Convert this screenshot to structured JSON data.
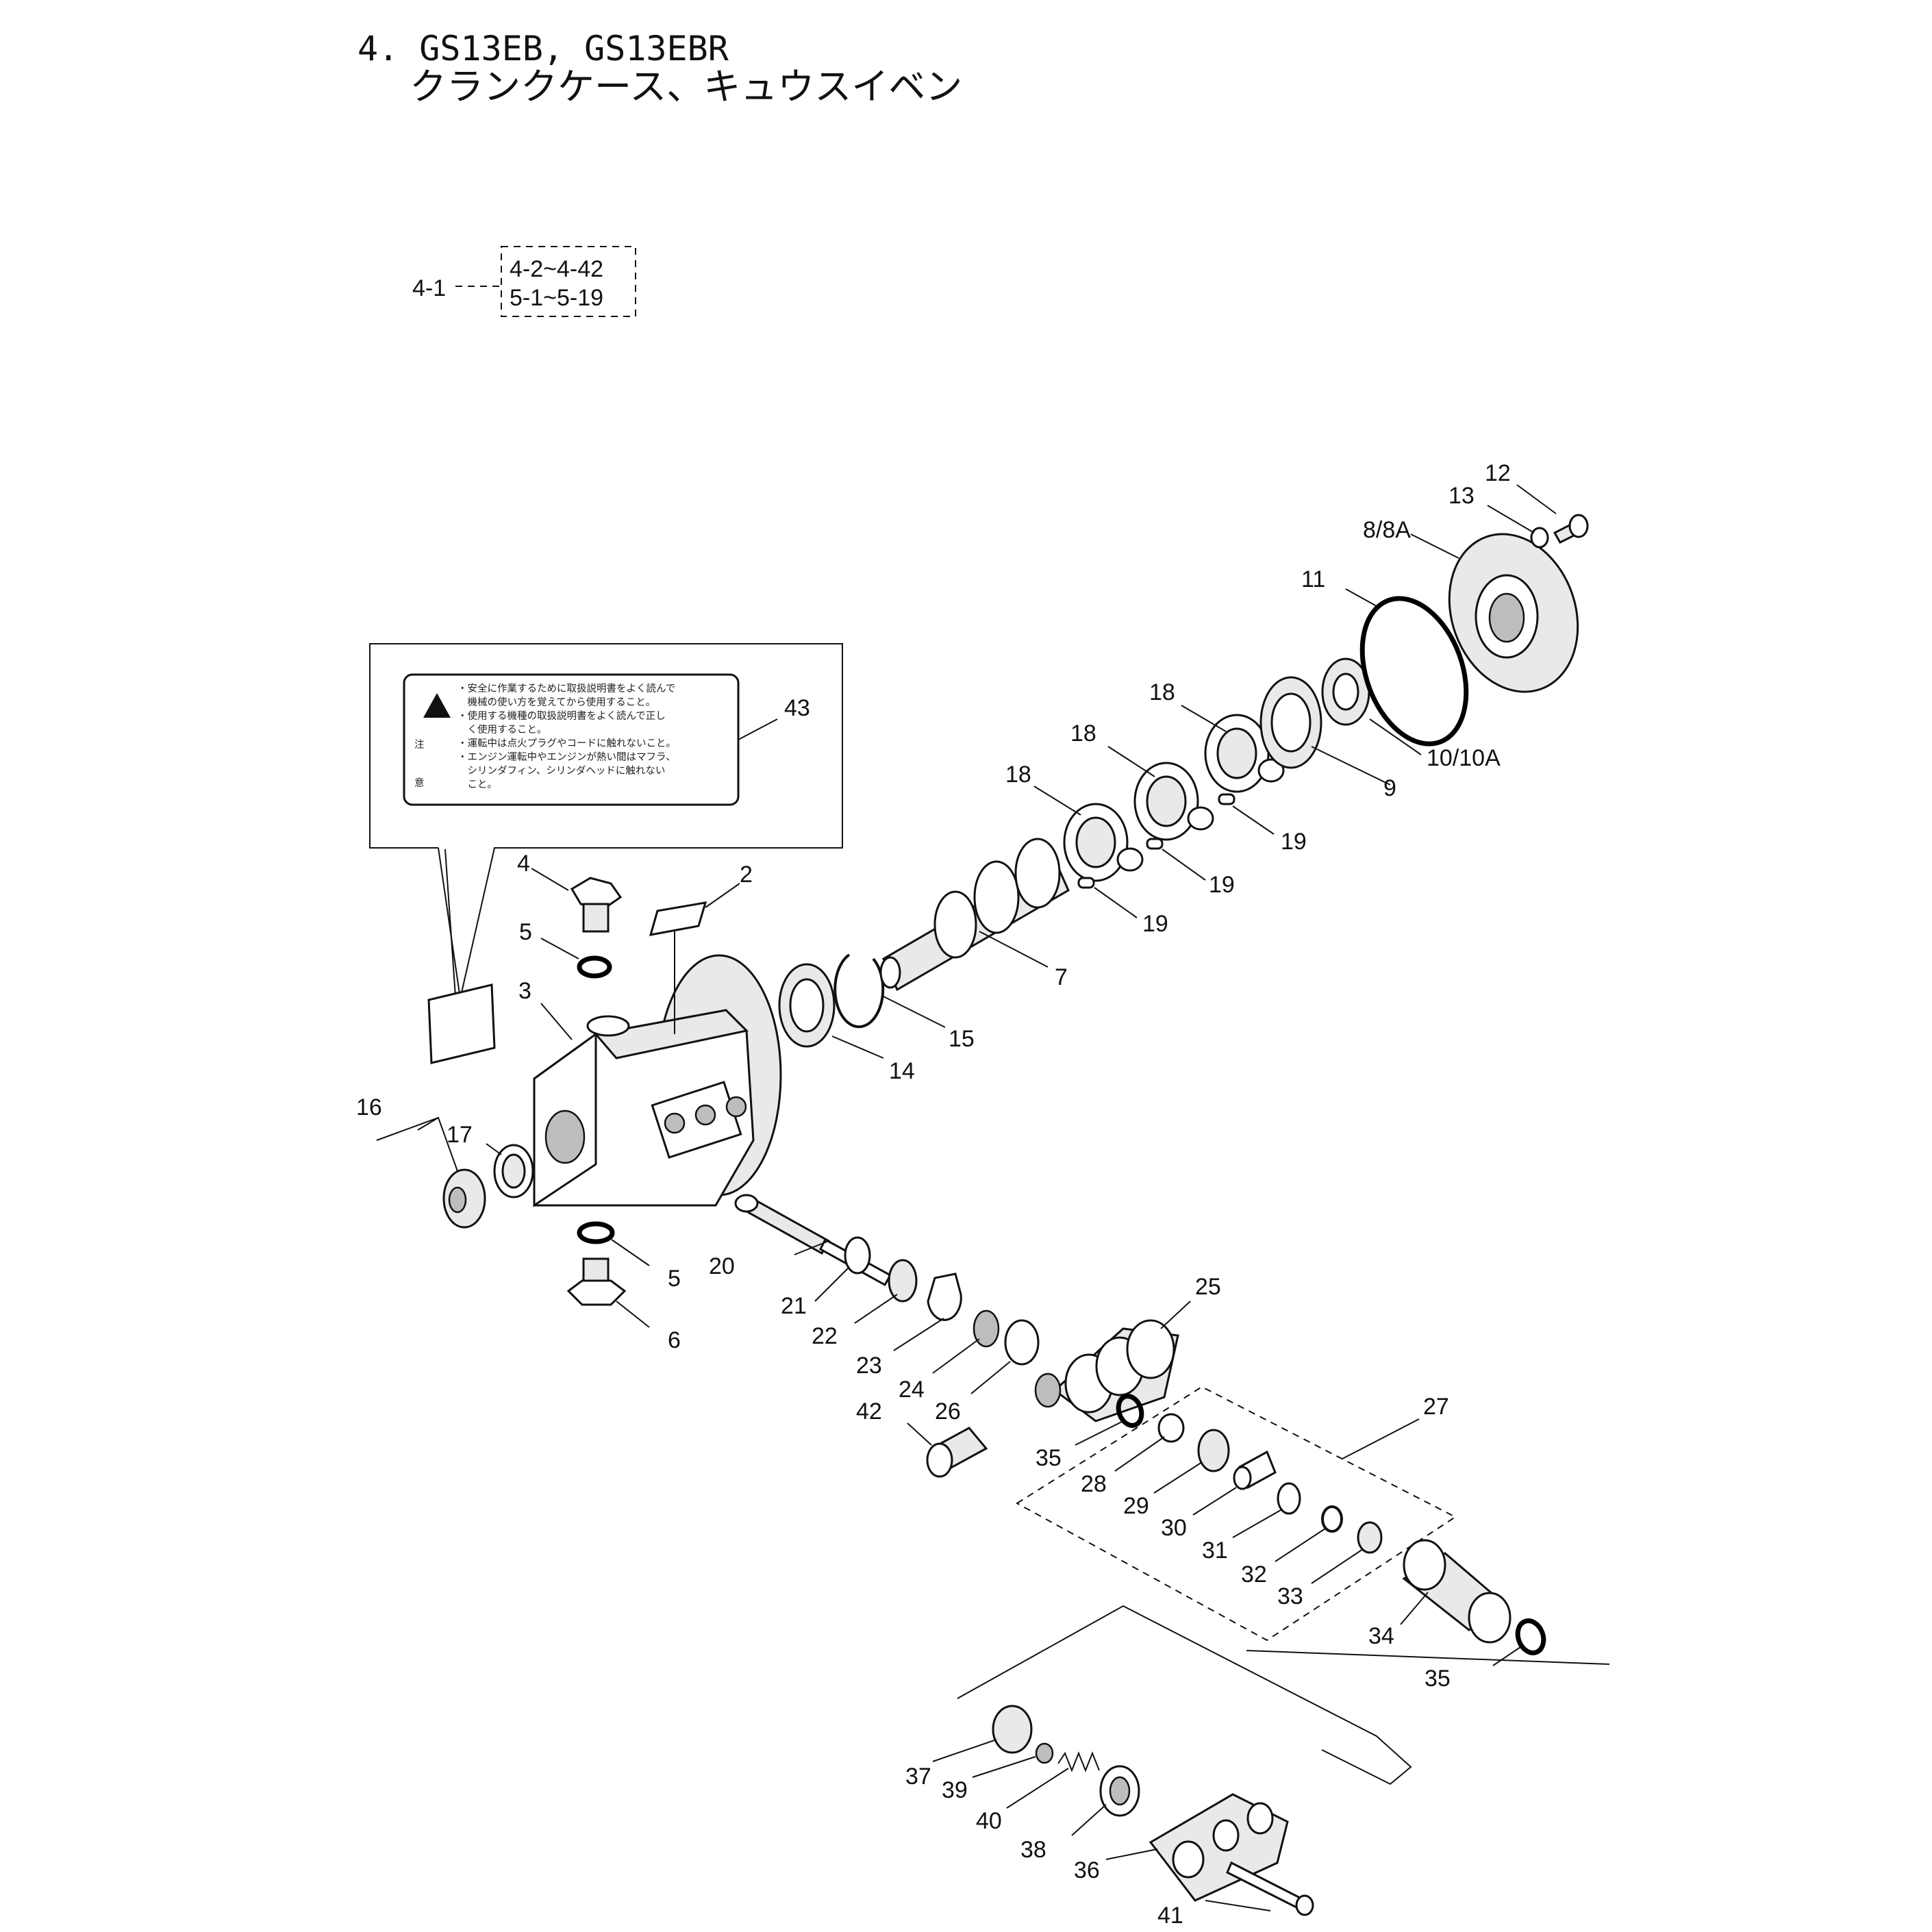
{
  "title": {
    "line1": "4. GS13EB, GS13EBR",
    "line2": "クランクケース、キュウスイベン"
  },
  "assembly_ref": {
    "parent": "4-1",
    "range1": "4-2~4-42",
    "range2": "5-1~5-19"
  },
  "warning_label": {
    "heading": "注 意",
    "lines": [
      "・安全に作業するために取扱説明書をよく読んで",
      "　機械の使い方を覚えてから使用すること。",
      "・使用する機種の取扱説明書をよく読んで正し",
      "　く使用すること。",
      "・運転中は点火プラグやコードに触れないこと。",
      "・エンジン運転中やエンジンが熱い間はマフラ、",
      "　シリンダフィン、シリンダヘッドに触れない",
      "　こと。"
    ]
  },
  "callouts": [
    {
      "id": "c12",
      "text": "12"
    },
    {
      "id": "c13",
      "text": "13"
    },
    {
      "id": "c8",
      "text": "8/8A"
    },
    {
      "id": "c11",
      "text": "11"
    },
    {
      "id": "c10",
      "text": "10/10A"
    },
    {
      "id": "c9",
      "text": "9"
    },
    {
      "id": "c18a",
      "text": "18"
    },
    {
      "id": "c18b",
      "text": "18"
    },
    {
      "id": "c18c",
      "text": "18"
    },
    {
      "id": "c19a",
      "text": "19"
    },
    {
      "id": "c19b",
      "text": "19"
    },
    {
      "id": "c19c",
      "text": "19"
    },
    {
      "id": "c43",
      "text": "43"
    },
    {
      "id": "c7",
      "text": "7"
    },
    {
      "id": "c4",
      "text": "4"
    },
    {
      "id": "c2",
      "text": "2"
    },
    {
      "id": "c5a",
      "text": "5"
    },
    {
      "id": "c3",
      "text": "3"
    },
    {
      "id": "c15",
      "text": "15"
    },
    {
      "id": "c14",
      "text": "14"
    },
    {
      "id": "c16",
      "text": "16"
    },
    {
      "id": "c17",
      "text": "17"
    },
    {
      "id": "c5b",
      "text": "5"
    },
    {
      "id": "c20",
      "text": "20"
    },
    {
      "id": "c6",
      "text": "6"
    },
    {
      "id": "c21",
      "text": "21"
    },
    {
      "id": "c22",
      "text": "22"
    },
    {
      "id": "c25",
      "text": "25"
    },
    {
      "id": "c23",
      "text": "23"
    },
    {
      "id": "c24",
      "text": "24"
    },
    {
      "id": "c26",
      "text": "26"
    },
    {
      "id": "c27",
      "text": "27"
    },
    {
      "id": "c42",
      "text": "42"
    },
    {
      "id": "c35a",
      "text": "35"
    },
    {
      "id": "c28",
      "text": "28"
    },
    {
      "id": "c29",
      "text": "29"
    },
    {
      "id": "c30",
      "text": "30"
    },
    {
      "id": "c31",
      "text": "31"
    },
    {
      "id": "c32",
      "text": "32"
    },
    {
      "id": "c33",
      "text": "33"
    },
    {
      "id": "c34",
      "text": "34"
    },
    {
      "id": "c35b",
      "text": "35"
    },
    {
      "id": "c37",
      "text": "37"
    },
    {
      "id": "c39",
      "text": "39"
    },
    {
      "id": "c40",
      "text": "40"
    },
    {
      "id": "c38",
      "text": "38"
    },
    {
      "id": "c36",
      "text": "36"
    },
    {
      "id": "c41",
      "text": "41"
    }
  ]
}
